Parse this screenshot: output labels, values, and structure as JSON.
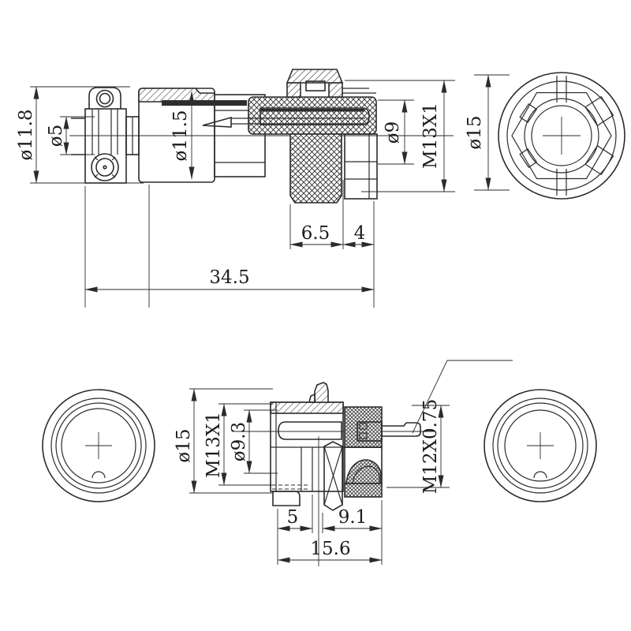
{
  "page": {
    "background": "#ffffff",
    "line_color": "#2b2b2b",
    "description": "Engineering dimension drawing of a 2-pin aviation circular connector: cable plug (top) and panel socket (bottom) with front views"
  },
  "plug_view": {
    "name": "cable plug side view",
    "dims": {
      "body_od": "ø11.8",
      "cable_bore": "ø5",
      "barrel_od": "ø11.5",
      "front_bore": "ø9",
      "coupling_thread": "M13X1",
      "flange_od": "ø15",
      "knurl_length": "6.5",
      "front_length": "4",
      "total_length": "34.5"
    }
  },
  "socket_view": {
    "name": "panel socket side view",
    "dims": {
      "flange_od": "ø15",
      "coupling_thread": "M13X1",
      "bore": "ø9.3",
      "mount_thread": "M12X0.75",
      "flange_length": "5",
      "mount_length": "9.1",
      "total_length": "15.6"
    }
  }
}
